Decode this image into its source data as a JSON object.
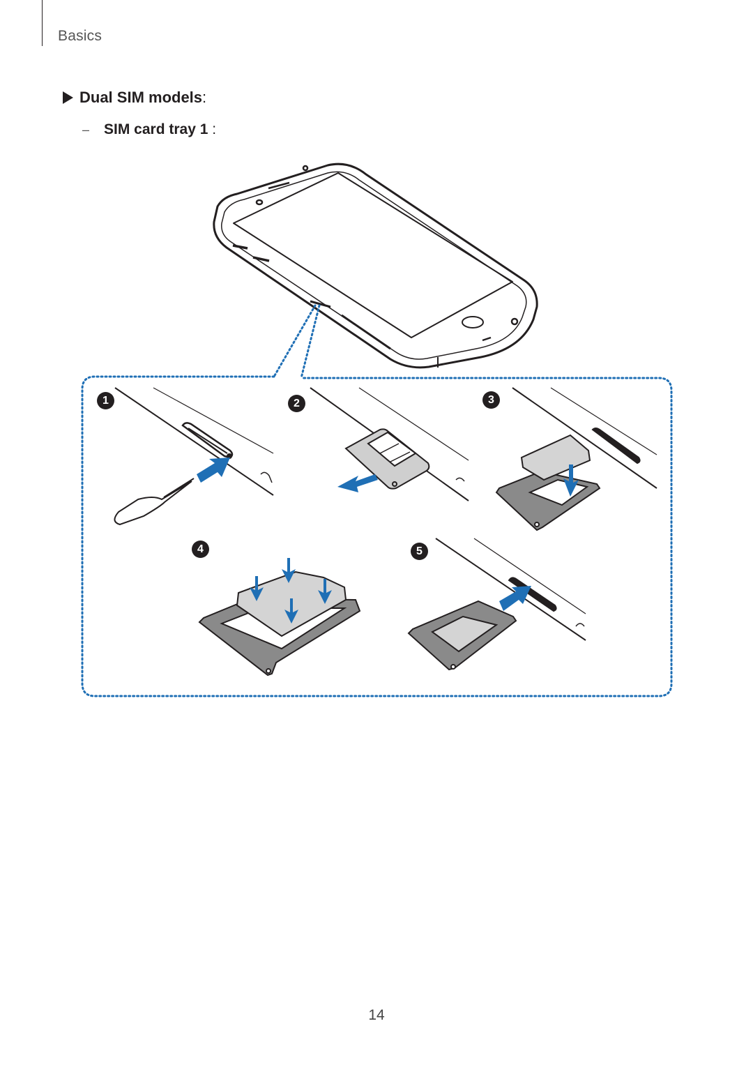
{
  "header": {
    "section": "Basics"
  },
  "content": {
    "heading": "Dual SIM models",
    "heading_colon": ":",
    "subheading": "SIM card tray 1",
    "subheading_colon": ":",
    "subheading_dash": "–"
  },
  "illustration": {
    "steps": [
      "1",
      "2",
      "3",
      "4",
      "5"
    ],
    "colors": {
      "accent_blue": "#1f6fb5",
      "outline": "#231f20",
      "tray_gray": "#8a8a8a",
      "sim_gray": "#d4d4d4"
    }
  },
  "footer": {
    "page_number": "14"
  }
}
